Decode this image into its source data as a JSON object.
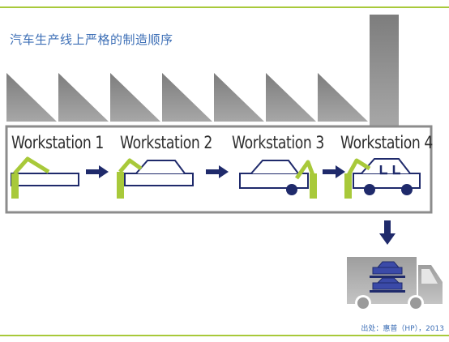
{
  "title": "汽车生产线上严格的制造顺序",
  "stations": [
    {
      "label": "Workstation 1"
    },
    {
      "label": "Workstation 2"
    },
    {
      "label": "Workstation 3"
    },
    {
      "label": "Workstation 4"
    }
  ],
  "source": "出处：惠普（HP），2013",
  "colors": {
    "accent_green": "#a8c93a",
    "navy": "#1f2a6b",
    "factory_gray": "#8c8c8c",
    "title_blue": "#3d6fb6"
  },
  "icons": [
    "robot-arm-icon",
    "car-body-icon",
    "arrow-right-icon",
    "arrow-down-icon",
    "delivery-truck-icon"
  ]
}
